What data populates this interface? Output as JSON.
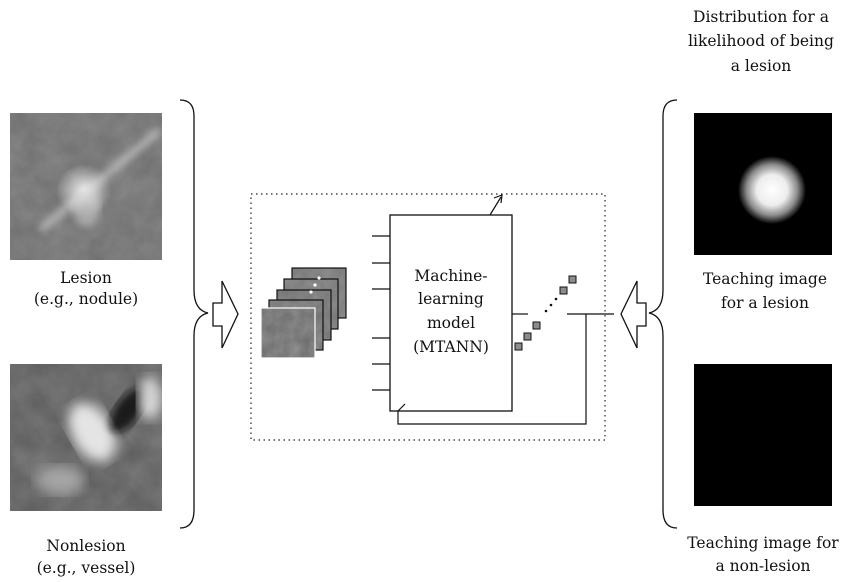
{
  "left": {
    "lesion_caption": [
      "Lesion",
      "(e.g., nodule)"
    ],
    "nonlesion_caption": [
      "Nonlesion",
      "(e.g., vessel)"
    ]
  },
  "center": {
    "model_label": [
      "Machine-",
      "learning",
      "model",
      "(MTANN)"
    ]
  },
  "right": {
    "distribution_caption": [
      "Distribution for a",
      "likelihood of being",
      "a lesion"
    ],
    "teaching_lesion_caption": [
      "Teaching image",
      "for a lesion"
    ],
    "teaching_nonlesion_caption": [
      "Teaching image for",
      "a non-lesion"
    ]
  }
}
